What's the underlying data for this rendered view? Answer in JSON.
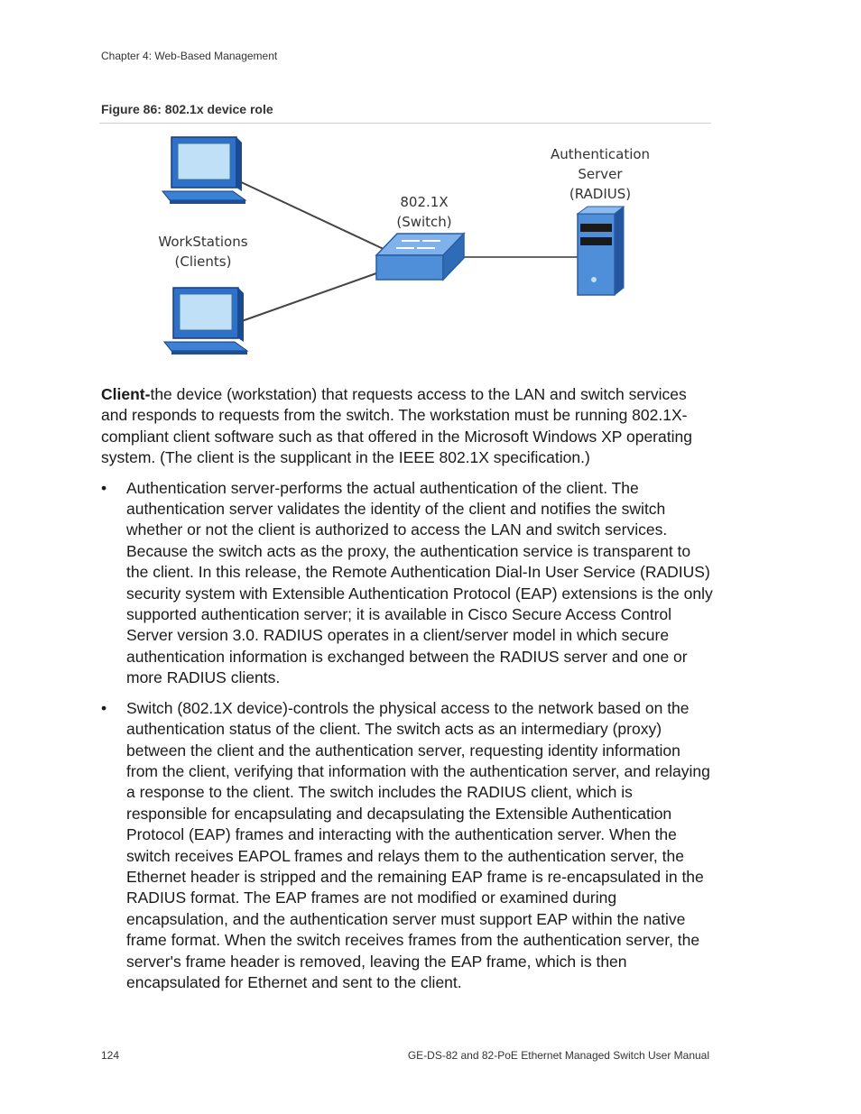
{
  "header": {
    "chapter": "Chapter 4: Web-Based Management"
  },
  "figure": {
    "caption": "Figure 86: 802.1x device role",
    "labels": {
      "workstations_line1": "WorkStations",
      "workstations_line2": "(Clients)",
      "switch_line1": "802.1X",
      "switch_line2": "(Switch)",
      "server_line1": "Authentication",
      "server_line2": "Server",
      "server_line3": "(RADIUS)"
    }
  },
  "content": {
    "intro_term": "Client-",
    "intro_text": "the device (workstation) that requests access to the LAN and switch services and responds to requests from the switch. The workstation must be running 802.1X-compliant client software such as that offered in the Microsoft Windows XP operating system. (The client is the supplicant in the IEEE 802.1X specification.)",
    "bullet_symbol": "•",
    "bullets": [
      "Authentication server-performs the actual authentication of the client. The authentication server validates the identity of the client and notifies the switch whether or not the client is authorized to access the LAN and switch services. Because the switch acts as the proxy, the authentication service is transparent to the client. In this release, the Remote Authentication Dial-In User Service (RADIUS) security system with Extensible Authentication Protocol (EAP) extensions is the only supported authentication server; it is available in Cisco Secure Access Control Server version 3.0. RADIUS operates in a client/server model in which secure authentication information is exchanged between the RADIUS server and one or more RADIUS clients.",
      "Switch (802.1X device)-controls the physical access to the network based on the authentication status of the client. The switch acts as an intermediary (proxy) between the client and the authentication server, requesting identity information from the client, verifying that information with the authentication server, and relaying a response to the client. The switch includes the RADIUS client, which is responsible for encapsulating and decapsulating the Extensible Authentication Protocol (EAP) frames and interacting with the authentication server. When the switch receives EAPOL frames and relays them to the authentication server, the Ethernet header is stripped and the remaining EAP frame is re-encapsulated in the RADIUS format. The EAP frames are not modified or examined during encapsulation, and the authentication server must support EAP within the native frame format. When the switch receives frames from the authentication server, the server's frame header is removed, leaving the EAP frame, which is then encapsulated for Ethernet and sent to the client."
    ]
  },
  "footer": {
    "page_number": "124",
    "manual_title": "GE-DS-82 and 82-PoE Ethernet Managed Switch User Manual"
  }
}
